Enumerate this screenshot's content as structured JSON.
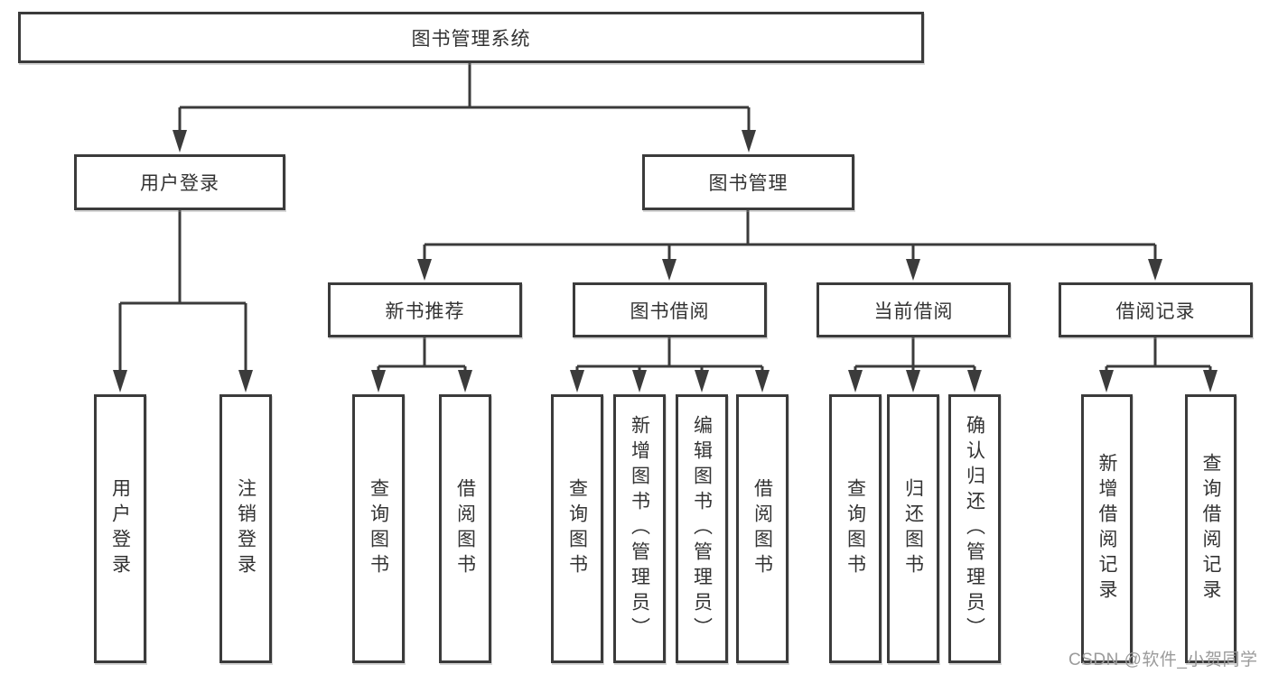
{
  "tree": {
    "root": {
      "label": "图书管理系统"
    },
    "children": [
      {
        "label": "用户登录",
        "leaves": [
          "用户登录",
          "注销登录"
        ]
      },
      {
        "label": "图书管理",
        "children": [
          {
            "label": "新书推荐",
            "leaves": [
              "查询图书",
              "借阅图书"
            ]
          },
          {
            "label": "图书借阅",
            "leaves": [
              "查询图书",
              "新增图书（管理员）",
              "编辑图书（管理员）",
              "借阅图书"
            ]
          },
          {
            "label": "当前借阅",
            "leaves": [
              "查询图书",
              "归还图书",
              "确认归还（管理员）"
            ]
          },
          {
            "label": "借阅记录",
            "leaves": [
              "新增借阅记录",
              "查询借阅记录"
            ]
          }
        ]
      }
    ]
  },
  "watermark": {
    "text": "CSDN @软件_小贺同学"
  },
  "colors": {
    "line": "#3b3b3b",
    "box_background": "#ffffff",
    "text": "#333333",
    "watermark": "#9b9b9b"
  }
}
